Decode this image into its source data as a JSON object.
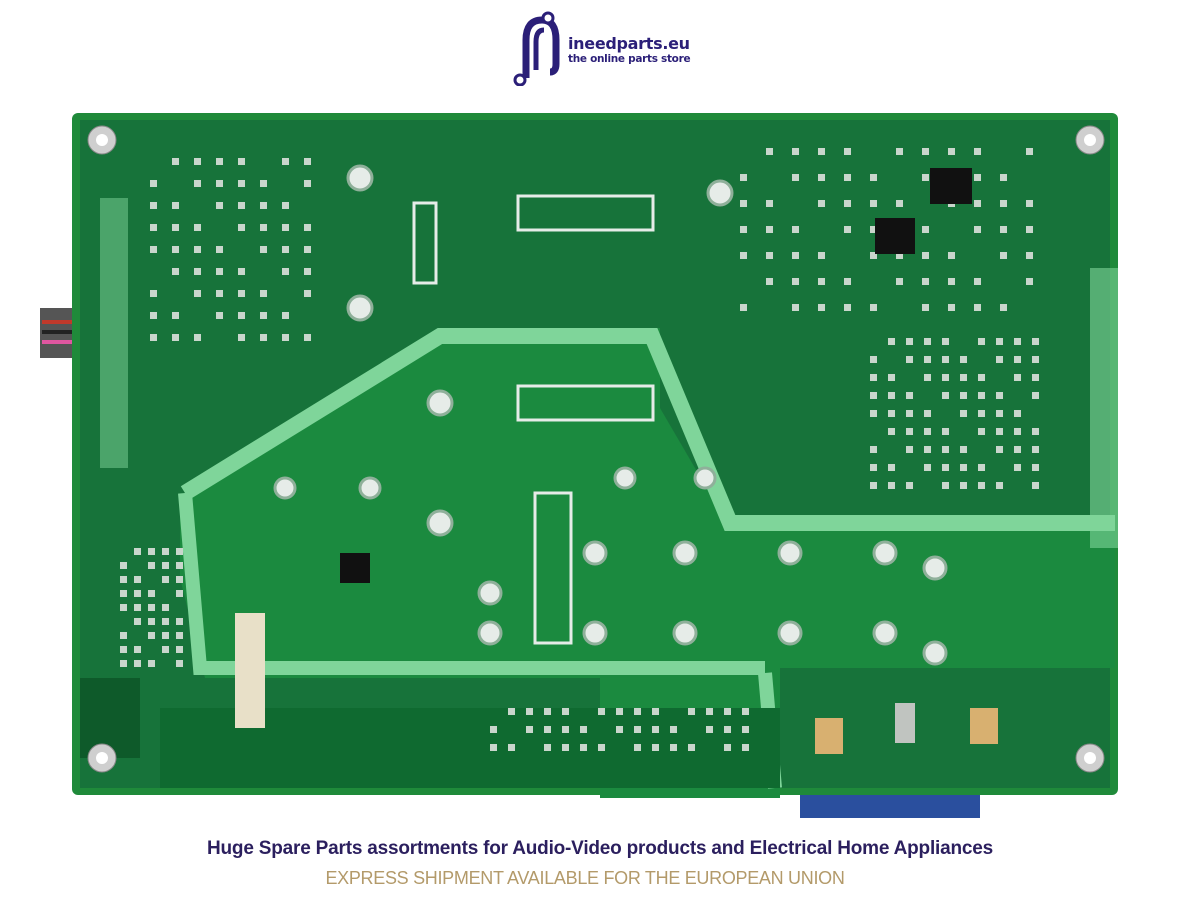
{
  "logo": {
    "name": "ineedparts.eu",
    "tagline": "the online parts store",
    "color": "#2b1f78"
  },
  "product_image": {
    "subject": "pcb-board",
    "board_color": "#1f8a3a",
    "trace_color": "#6fd08a"
  },
  "footer": {
    "headline": "Huge Spare Parts assortments for Audio-Video products and Electrical Home Appliances",
    "subline": "EXPRESS SHIPMENT AVAILABLE FOR THE EUROPEAN UNION",
    "headline_color": "#2b1f5e",
    "subline_color": "#b39a6a"
  }
}
